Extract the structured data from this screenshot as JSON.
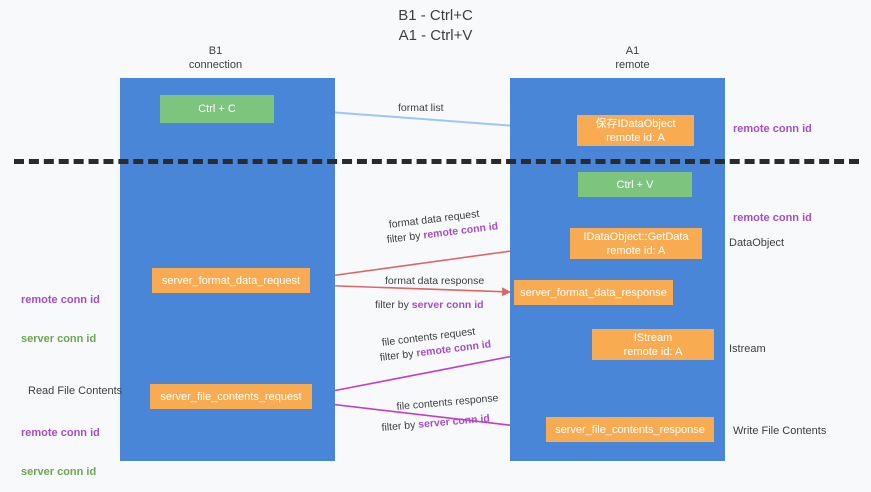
{
  "title": "B1 - Ctrl+C\nA1 - Ctrl+V",
  "columns": {
    "left": {
      "name": "B1",
      "role": "connection",
      "header": "B1\nconnection"
    },
    "right": {
      "name": "A1",
      "role": "remote",
      "header": "A1\nremote"
    }
  },
  "boxes": {
    "ctrl_c": "Ctrl + C",
    "ctrl_v": "Ctrl + V",
    "save_idataobject": "保存IDataObject\nremote id: A",
    "idataobject_getdata": "IDataObject::GetData\nremote id: A",
    "istream": "IStream\nremote id: A",
    "server_format_data_request": "server_format_data_request",
    "server_format_data_response": "server_format_data_response",
    "server_file_contents_request": "server_file_contents_request",
    "server_file_contents_response": "server_file_contents_response"
  },
  "edge_labels": {
    "format_list": "format list",
    "format_data_request": "format data request",
    "format_data_request_filter_prefix": "filter by ",
    "format_data_request_filter_key": "remote conn id",
    "format_data_response": "format data response",
    "format_data_response_filter_prefix": "filter by ",
    "format_data_response_filter_key": "server conn id",
    "file_contents_request": "file contents request",
    "file_contents_request_filter_prefix": "filter by ",
    "file_contents_request_filter_key": "remote conn id",
    "file_contents_response": "file contents response",
    "file_contents_response_filter_prefix": "filter by ",
    "file_contents_response_filter_key": "server conn id"
  },
  "right_labels": {
    "remote_conn_id_top": "remote conn id",
    "remote_conn_id_mid": "remote conn id",
    "dataobject": "DataObject",
    "istream": "Istream",
    "write_file_contents": "Write File Contents"
  },
  "left_labels": {
    "remote_conn_id_mid": "remote conn id",
    "server_conn_id_mid": "server conn id",
    "read_file_contents": "Read File Contents",
    "remote_conn_id_bottom": "remote conn id",
    "server_conn_id_bottom": "server conn id"
  },
  "colors": {
    "lane": "#4a86d8",
    "box_green": "#7dc47f",
    "box_orange": "#f9ab52",
    "remote_conn_id": "#a64ec6",
    "server_conn_id": "#6aa84f",
    "arrow_format_list": "#9fc5f8",
    "arrow_format_data": "#e06666",
    "arrow_file_contents": "#c23ec2",
    "arrow_black": "#000000",
    "divider": "#2b2b2b",
    "background": "#f8f9fa"
  }
}
